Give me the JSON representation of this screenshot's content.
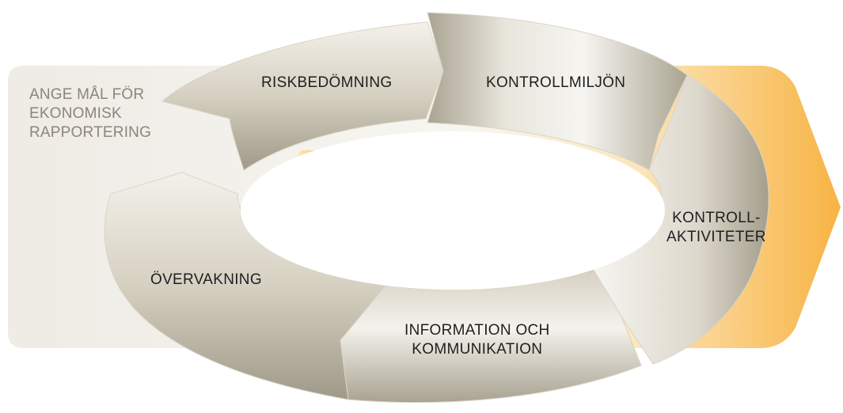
{
  "goal": {
    "text": "ANGE MÅL FÖR\nEKONOMISK\nRAPPORTERING"
  },
  "segments": [
    {
      "id": "riskbedomning",
      "label": "RISKBEDÖMNING"
    },
    {
      "id": "kontrollmiljon",
      "label": "KONTROLLMILJÖN"
    },
    {
      "id": "kontrollaktiviteter",
      "label": "KONTROLL-\nAKTIVITETER"
    },
    {
      "id": "information",
      "label": "INFORMATION OCH\nKOMMUNIKATION"
    },
    {
      "id": "overvakning",
      "label": "ÖVERVAKNING"
    }
  ],
  "colors": {
    "metal_light": "#f4f2ec",
    "metal_mid": "#cfc9ba",
    "metal_dark": "#a29c8b",
    "accent_orange": "#f7a823",
    "accent_light": "#fde7b5"
  }
}
